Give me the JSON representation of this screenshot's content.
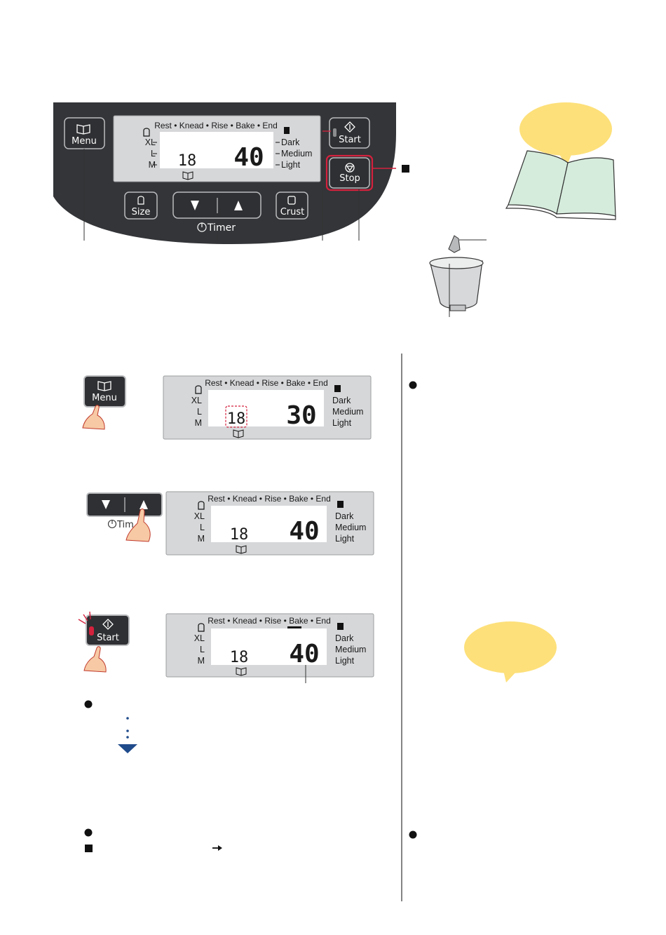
{
  "control_panel": {
    "menu_label": "Menu",
    "start_label": "Start",
    "stop_label": "Stop",
    "size_label": "Size",
    "crust_label": "Crust",
    "timer_label": "Timer",
    "stages": "Rest • Knead • Rise • Bake • End",
    "sizes": [
      "XL",
      "L",
      "M"
    ],
    "crusts": [
      "Dark",
      "Medium",
      "Light"
    ],
    "menu_number": "18",
    "time_value": "40"
  },
  "steps": [
    {
      "button": "Menu",
      "menu_number": "18",
      "time_value": "30"
    },
    {
      "button": "Timer",
      "menu_number": "18",
      "time_value": "40"
    },
    {
      "button": "Start",
      "menu_number": "18",
      "time_value": "40"
    }
  ],
  "colors": {
    "panel": "#333538",
    "button": "#2f3033",
    "lcd": "#d6d7d9",
    "highlight_red": "#d4213d",
    "speech_bubble": "#fde07a",
    "manual_page": "#d5ebdc",
    "arrow_blue": "#1f4b8b"
  }
}
